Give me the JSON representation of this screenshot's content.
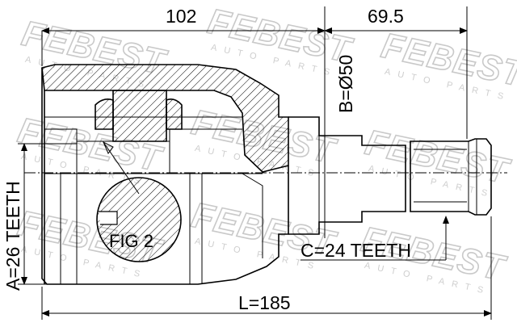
{
  "dimensions": {
    "d1": "102",
    "d2": "69.5",
    "b": "B=Ø50",
    "a": "A=26 TEETH",
    "c": "C=24 TEETH",
    "l": "L=185"
  },
  "labels": {
    "fig": "FIG 2"
  },
  "watermark": {
    "brand": "FEBEST",
    "tagline": "AUTO PARTS"
  }
}
